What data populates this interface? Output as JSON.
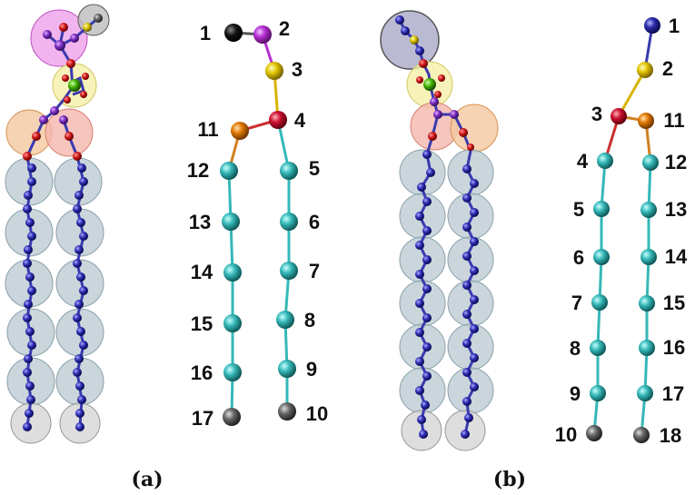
{
  "panels": [
    {
      "id": "a",
      "label": "(a)",
      "bead_labels": [
        "1",
        "2",
        "3",
        "4",
        "5",
        "6",
        "7",
        "8",
        "9",
        "10",
        "11",
        "12",
        "13",
        "14",
        "15",
        "16",
        "17"
      ],
      "bead_types": {
        "1": "black",
        "2": "magenta",
        "3": "yellow",
        "4": "red",
        "11": "orange",
        "10": "gray",
        "17": "gray"
      },
      "mapping_circle_colors": [
        "magenta",
        "gray",
        "yellow",
        "orange",
        "red",
        "slate",
        "slate",
        "slate",
        "slate",
        "slate",
        "slate",
        "slate",
        "slate",
        "slate",
        "slate",
        "light-gray",
        "light-gray"
      ]
    },
    {
      "id": "b",
      "label": "(b)",
      "bead_labels": [
        "1",
        "2",
        "3",
        "4",
        "5",
        "6",
        "7",
        "8",
        "9",
        "10",
        "11",
        "12",
        "13",
        "14",
        "15",
        "16",
        "17",
        "18"
      ],
      "bead_types": {
        "1": "blue",
        "2": "yellow",
        "3": "red",
        "11": "orange",
        "10": "gray",
        "18": "gray"
      },
      "mapping_circle_colors": [
        "slate-purple",
        "yellow",
        "red",
        "orange",
        "slate",
        "slate",
        "slate",
        "slate",
        "slate",
        "slate",
        "slate",
        "slate",
        "slate",
        "slate",
        "light-gray",
        "light-gray"
      ]
    }
  ],
  "colors": {
    "cyan": "#36b8b8",
    "black": "#111111",
    "magenta": "#b62fd2",
    "yellow": "#e2c400",
    "red": "#cc1030",
    "orange": "#e07800",
    "gray": "#666666",
    "blue": "#2a2aaa",
    "atom_blue": "#2c2cb0",
    "circle_slate": "#b8c8d0",
    "circle_gray": "#cfcfcf",
    "circle_magenta": "#ec9be8",
    "circle_yellow": "#f4efa8",
    "circle_red": "#f4b6ae",
    "circle_orange": "#f4c8a0",
    "circle_purple": "#a9a9c8"
  }
}
